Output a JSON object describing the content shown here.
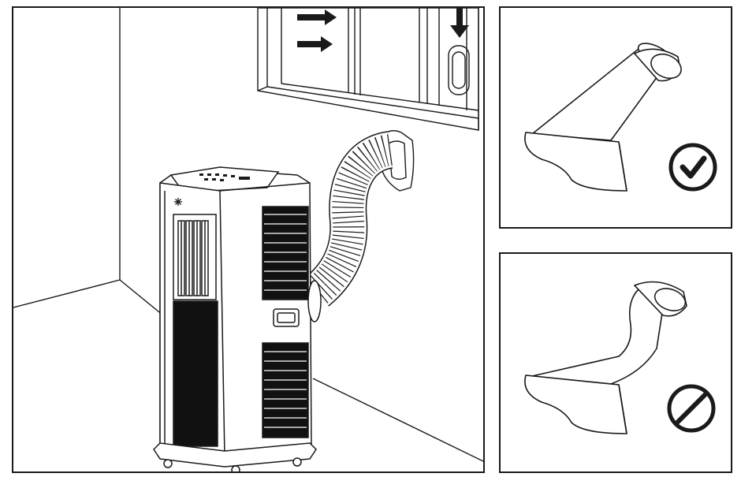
{
  "figure": {
    "panels": [
      {
        "id": "installation-scene",
        "subject": "portable-air-conditioner",
        "accessory": "exhaust-hose-with-window-adapter"
      },
      {
        "id": "correct-adapter",
        "verdict": "correct",
        "icon": "check-circle-icon"
      },
      {
        "id": "incorrect-adapter",
        "verdict": "incorrect",
        "icon": "prohibited-icon"
      }
    ],
    "icons": [
      "airflow-arrow-icon",
      "snowflake-icon",
      "check-circle-icon",
      "prohibited-icon"
    ],
    "colors": {
      "line": "#1a1a1a",
      "fill_dark": "#111111",
      "background": "#ffffff"
    }
  }
}
